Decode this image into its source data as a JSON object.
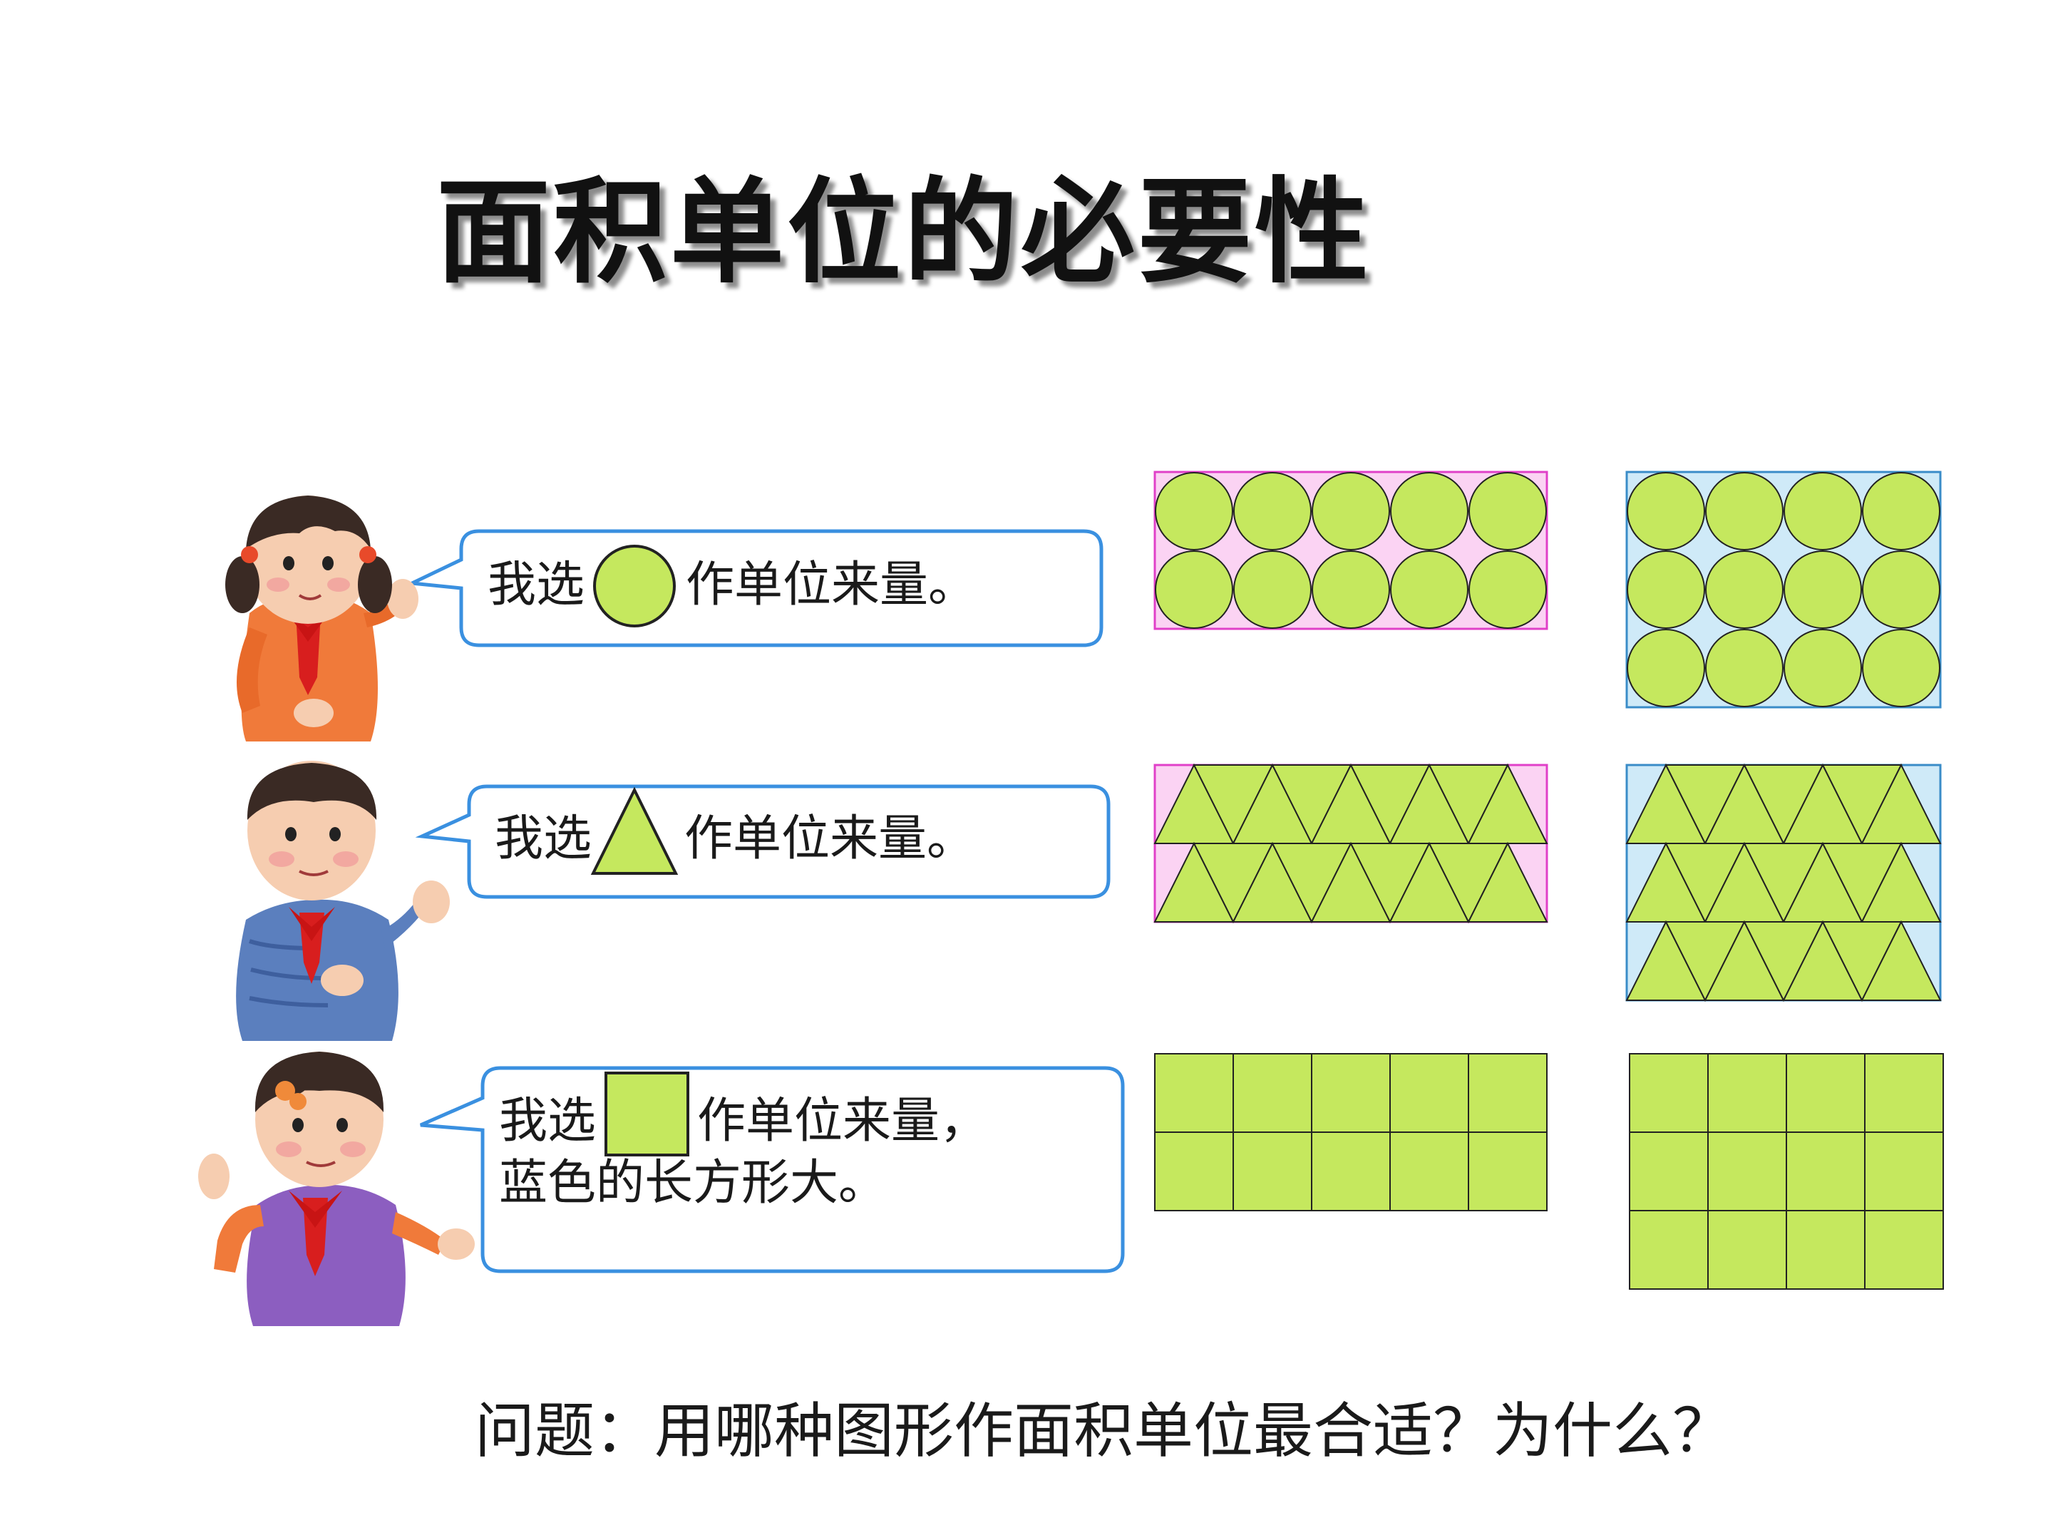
{
  "title": "面积单位的必要性",
  "bubbles": [
    {
      "before": "我选",
      "after": "作单位来量。",
      "unit_shape": "circle"
    },
    {
      "before": "我选",
      "after": "作单位来量。",
      "unit_shape": "triangle"
    },
    {
      "before": "我选",
      "after": "作单位来量，",
      "line2": "蓝色的长方形大。",
      "unit_shape": "square"
    }
  ],
  "question": "问题：用哪种图形作面积单位最合适？为什么？",
  "colors": {
    "unit_fill": "#c5e85e",
    "pink_rect": "#fbd3f3",
    "pink_border": "#e040c8",
    "blue_rect": "#cfeaf8",
    "blue_border": "#3a8cc8",
    "bubble_border": "#3a90e0"
  },
  "tilings": {
    "pink": {
      "circles": {
        "cols": 5,
        "rows": 2
      },
      "triangles": {
        "per_row": 5,
        "rows": 2
      },
      "squares": {
        "cols": 5,
        "rows": 2
      }
    },
    "blue": {
      "circles": {
        "cols": 4,
        "rows": 3
      },
      "triangles": {
        "per_row": 4,
        "rows": 3
      },
      "squares": {
        "cols": 4,
        "rows": 3
      }
    }
  },
  "icons": [
    "girl-pigtails-orange-icon",
    "boy-blue-sweater-icon",
    "girl-purple-shirt-icon"
  ]
}
